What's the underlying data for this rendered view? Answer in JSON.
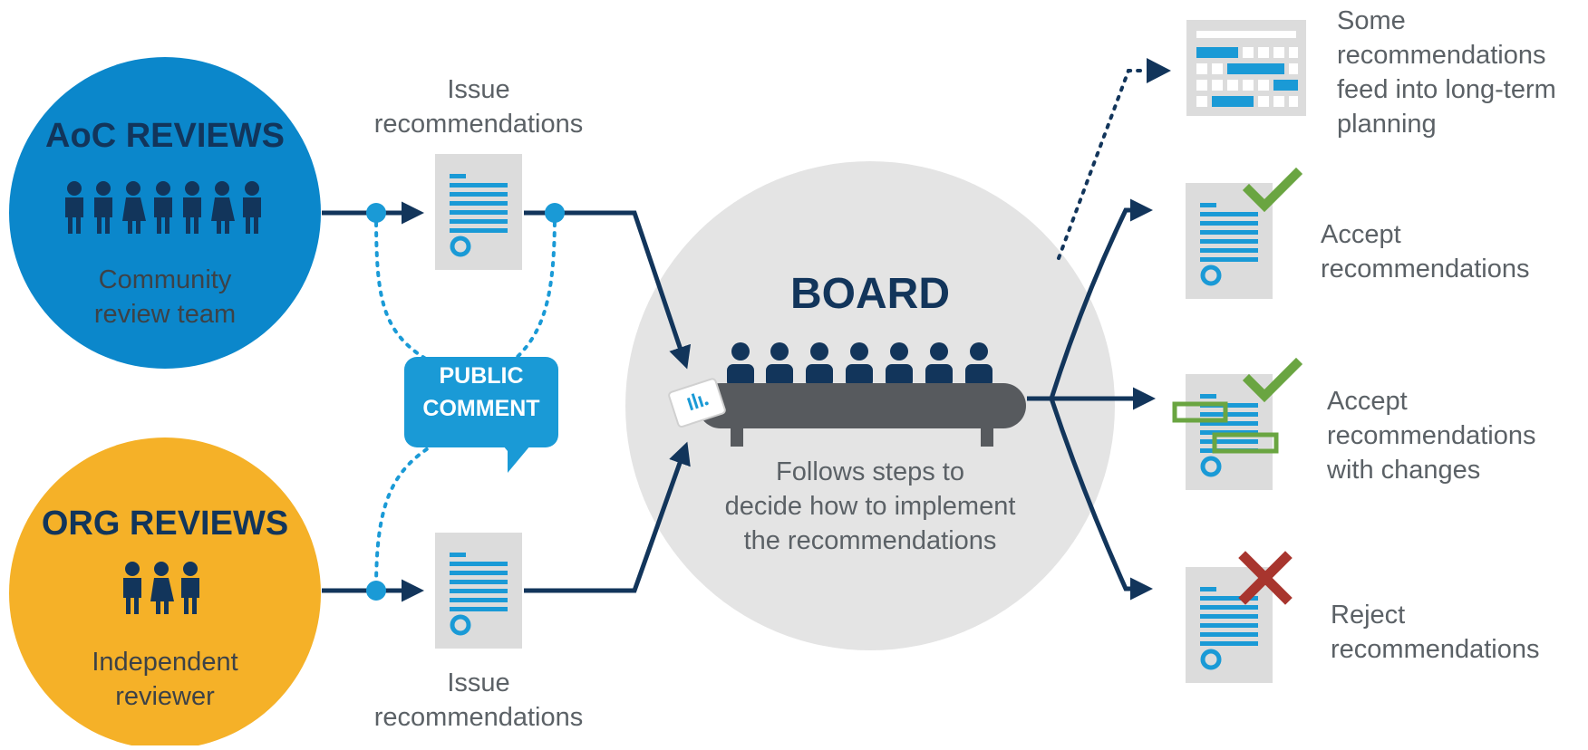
{
  "colors": {
    "navy": "#12355b",
    "blue": "#0b87cb",
    "orange": "#f5b128",
    "light_gray": "#e4e4e4",
    "doc_gray": "#dcdcdc",
    "table_gray": "#575a5e",
    "accent_blue": "#1a9ad6",
    "green": "#6aa541",
    "red": "#a8352e",
    "teal_dot": "#1a9ad6"
  },
  "aoc": {
    "title": "AoC REVIEWS",
    "sub_line1": "Community",
    "sub_line2": "review team"
  },
  "org": {
    "title": "ORG REVIEWS",
    "sub_line1": "Independent",
    "sub_line2": "reviewer"
  },
  "issue_top": {
    "line1": "Issue",
    "line2": "recommendations"
  },
  "issue_bottom": {
    "line1": "Issue",
    "line2": "recommendations"
  },
  "public_comment": {
    "line1": "PUBLIC",
    "line2": "COMMENT"
  },
  "board": {
    "title": "BOARD",
    "line1": "Follows steps to",
    "line2": "decide how to implement",
    "line3": "the recommendations"
  },
  "outcomes": {
    "planning": {
      "line1": "Some",
      "line2": "recommendations",
      "line3": "feed into long-term",
      "line4": "planning"
    },
    "accept": {
      "line1": "Accept",
      "line2": "recommendations"
    },
    "accept_changes": {
      "line1": "Accept",
      "line2": "recommendations",
      "line3": "with changes"
    },
    "reject": {
      "line1": "Reject",
      "line2": "recommendations"
    }
  },
  "icons": {
    "people": "people-icon",
    "document": "document-icon",
    "check": "checkmark-icon",
    "cross": "cross-icon",
    "calendar": "calendar-grid-icon",
    "nameplate": "nameplate-icon",
    "speech_bubble": "speech-bubble-icon"
  }
}
